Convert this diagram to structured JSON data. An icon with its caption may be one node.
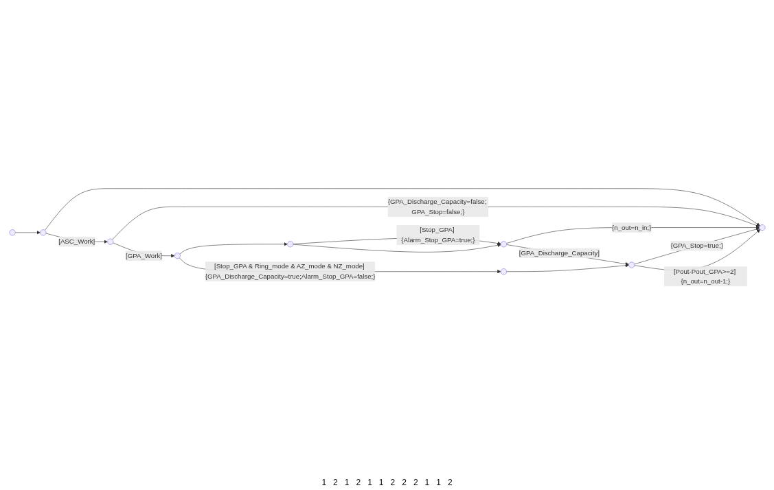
{
  "diagram": {
    "nodes": [
      {
        "text": [],
        "shape": "circle"
      },
      {
        "text": [],
        "shape": "circle"
      },
      {
        "text": [],
        "shape": "circle"
      },
      {
        "text": [],
        "shape": "circle"
      },
      {
        "text": [],
        "shape": "circle"
      },
      {
        "text": [],
        "shape": "circle"
      },
      {
        "text": [],
        "shape": "circle"
      },
      {
        "text": [],
        "shape": "circle"
      },
      {
        "text": [],
        "shape": "circle"
      }
    ],
    "edges": [
      {
        "from": 0,
        "to": 1,
        "arrow": "to"
      },
      {
        "from": 1,
        "to": 2,
        "arrow": "to",
        "label": "[ASC_Work]"
      },
      {
        "from": 1,
        "to": 8,
        "arrow": "to"
      },
      {
        "from": 2,
        "to": 3,
        "arrow": "to",
        "label": "[GPA_Work]"
      },
      {
        "from": 2,
        "to": 8,
        "arrow": "to",
        "label": "{GPA_Discharge_Capacity=false; GPA_Stop=false;}"
      },
      {
        "from": 3,
        "to": 6,
        "arrow": "to",
        "label": "[Stop_GPA & Ring_mode & AZ_mode & NZ_mode] {GPA_Discharge_Capacity=true;Alarm_Stop_GPA=false;}"
      },
      {
        "from": 3,
        "to": 4,
        "arrow": "to"
      },
      {
        "from": 4,
        "to": 5,
        "arrow": "to",
        "label": "[Stop_GPA] {Alarm_Stop_GPA=true;}"
      },
      {
        "from": 4,
        "to": 5,
        "arrow": "to"
      },
      {
        "from": 5,
        "to": 7,
        "arrow": "to",
        "label": "[GPA_Discharge_Capacity]"
      },
      {
        "from": 5,
        "to": 8,
        "arrow": "to",
        "label": "{n_out=n_in;}"
      },
      {
        "from": 6,
        "to": 7,
        "arrow": "to"
      },
      {
        "from": 7,
        "to": 8,
        "arrow": "to",
        "label": "{GPA_Stop=true;}"
      },
      {
        "from": 7,
        "to": 8,
        "arrow": "to",
        "label": "[Pout-Pout_GPA>=2] {n_out=n_out-1;}"
      }
    ],
    "labels": [
      "1",
      "2",
      "1",
      "2",
      "1",
      "1",
      "2",
      "2",
      "2",
      "1",
      "1",
      "2"
    ]
  }
}
